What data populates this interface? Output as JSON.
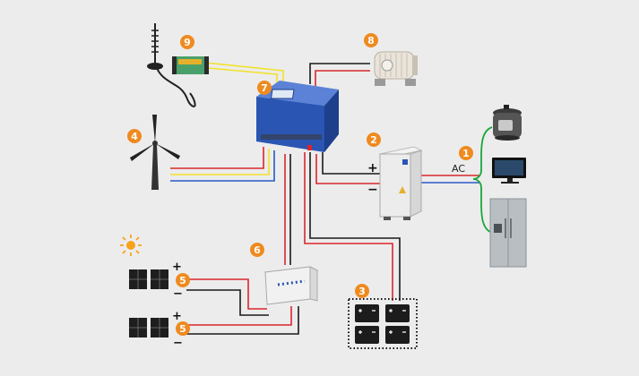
{
  "badges": [
    {
      "id": "ac-loads",
      "text": "1"
    },
    {
      "id": "inverter",
      "text": "2"
    },
    {
      "id": "battery-bank",
      "text": "3"
    },
    {
      "id": "wind-turbine",
      "text": "4"
    },
    {
      "id": "solar-panel-1",
      "text": "5"
    },
    {
      "id": "solar-panel-2",
      "text": "5"
    },
    {
      "id": "combiner-box",
      "text": "6"
    },
    {
      "id": "controller",
      "text": "7"
    },
    {
      "id": "dump-load",
      "text": "8"
    },
    {
      "id": "gsm-module",
      "text": "9"
    }
  ],
  "labels": {
    "ac": "AC",
    "inverter_plus": "+",
    "inverter_minus": "−",
    "panel1_plus": "+",
    "panel1_minus": "−",
    "panel2_plus": "+",
    "panel2_minus": "−"
  },
  "colors": {
    "background": "#ececec",
    "badge": "#ef8a1e",
    "wire_red": "#d9262b",
    "wire_black": "#1a1a1a",
    "wire_yellow": "#f2e229",
    "wire_blue": "#2a59c7",
    "wire_green": "#19a63a",
    "controller_blue": "#2a55b3",
    "sun": "#f7a21b"
  },
  "icons": [
    "sun-icon",
    "antenna-icon",
    "wind-turbine-icon",
    "solar-panel-icon",
    "battery-icon",
    "rice-cooker-icon",
    "monitor-icon",
    "refrigerator-icon",
    "resistor-icon"
  ]
}
